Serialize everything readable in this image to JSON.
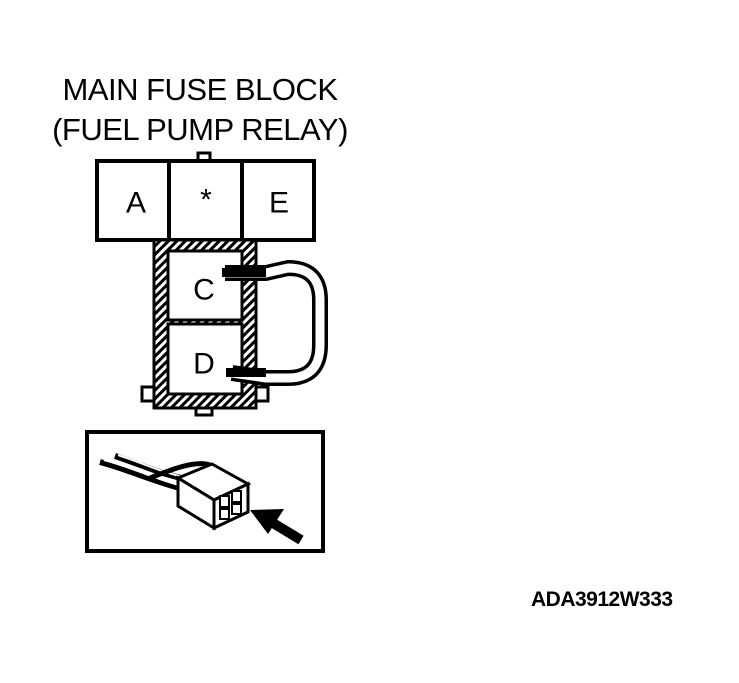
{
  "title": {
    "line1": "MAIN FUSE BLOCK",
    "line2": "(FUEL PUMP RELAY)"
  },
  "terminals": {
    "top_row": [
      "A",
      "*",
      "E"
    ],
    "lower_column": [
      "C",
      "D"
    ]
  },
  "jumper": {
    "connects": [
      "C",
      "D"
    ]
  },
  "inset": {
    "icons": [
      "connector-icon",
      "wire-harness-icon",
      "view-direction-arrow-icon"
    ]
  },
  "figure_code": "ADA3912W333",
  "colors": {
    "ink": "#000000",
    "background": "#ffffff"
  }
}
